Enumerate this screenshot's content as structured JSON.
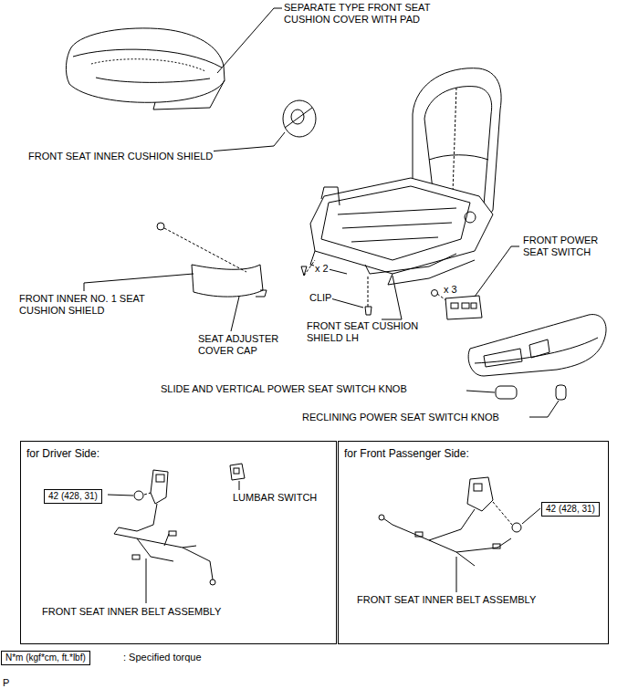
{
  "diagram": {
    "nodes": [
      {
        "text": [
          "for Driver Side:"
        ]
      },
      {
        "text": [
          "42 (428, 31)"
        ],
        "in": 0
      },
      {
        "text": [
          "for Front Passenger Side:"
        ]
      },
      {
        "text": [
          "42 (428, 31)"
        ],
        "in": 2
      },
      {
        "text": [
          "N*m (kgf*cm, ft.*lbf)"
        ]
      }
    ],
    "edges": [],
    "labels": [
      "SEPARATE TYPE FRONT SEAT CUSHION COVER WITH PAD",
      "FRONT SEAT INNER CUSHION SHIELD",
      "FRONT INNER NO. 1 SEAT CUSHION SHIELD",
      "SEAT ADJUSTER COVER CAP",
      "x 2",
      "CLIP",
      "FRONT SEAT CUSHION SHIELD LH",
      "x 3",
      "FRONT POWER SEAT SWITCH",
      "SLIDE AND VERTICAL POWER SEAT SWITCH KNOB",
      "RECLINING POWER SEAT SWITCH KNOB",
      "LUMBAR SWITCH",
      "FRONT SEAT INNER BELT ASSEMBLY",
      "FRONT SEAT INNER BELT ASSEMBLY",
      ": Specified torque",
      "P"
    ]
  }
}
